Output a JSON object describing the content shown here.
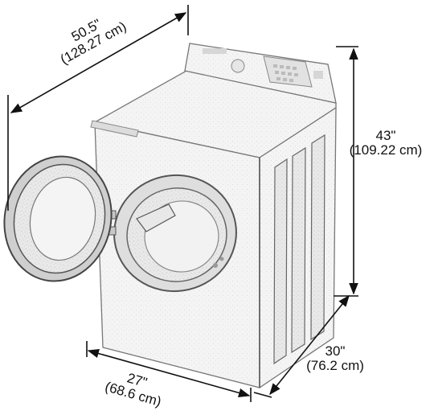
{
  "dimensions": {
    "depth_open": {
      "in": "50.5\"",
      "cm": "(128.27 cm)"
    },
    "height": {
      "in": "43\"",
      "cm": "(109.22 cm)"
    },
    "width": {
      "in": "27\"",
      "cm": "(68.6 cm)"
    },
    "depth": {
      "in": "30\"",
      "cm": "(76.2 cm)"
    }
  }
}
